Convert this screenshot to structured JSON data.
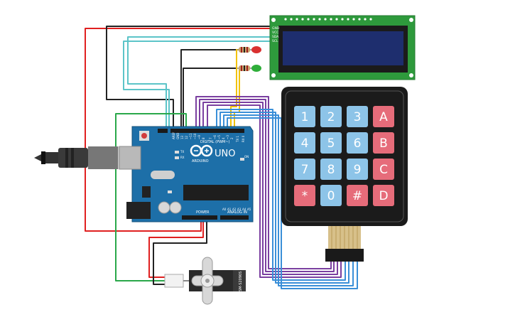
{
  "arduino": {
    "brand_label": "ARDUINO",
    "model_label": "UNO",
    "digital_label": "DIGITAL (PWM~)",
    "power_label": "POWER",
    "analog_label": "ANALOG IN",
    "on_label": "ON",
    "tx_label": "TX",
    "rx_label": "RX",
    "pin_aref": "AREF",
    "pin_gnd": "GND",
    "pin_13": "13",
    "pin_12": "12",
    "pin_11": "~11",
    "pin_10": "~10",
    "pin_9": "~9",
    "pin_8": "8",
    "pin_7": "7",
    "pin_6": "~6",
    "pin_5": "~5",
    "pin_4": "4",
    "pin_3": "~3",
    "pin_2": "2",
    "pin_1": "TX 1",
    "pin_0": "RX 0",
    "pin_a0": "A0",
    "pin_a1": "A1",
    "pin_a2": "A2",
    "pin_a3": "A3",
    "pin_a4": "A4",
    "pin_a5": "A5"
  },
  "lcd": {
    "pin_gnd": "GND",
    "pin_vcc": "VCC",
    "pin_sda": "SDA",
    "pin_scl": "SCL"
  },
  "keypad": {
    "keys": [
      {
        "label": "1",
        "kind": "digit"
      },
      {
        "label": "2",
        "kind": "digit"
      },
      {
        "label": "3",
        "kind": "digit"
      },
      {
        "label": "A",
        "kind": "letter"
      },
      {
        "label": "4",
        "kind": "digit"
      },
      {
        "label": "5",
        "kind": "digit"
      },
      {
        "label": "6",
        "kind": "digit"
      },
      {
        "label": "B",
        "kind": "letter"
      },
      {
        "label": "7",
        "kind": "digit"
      },
      {
        "label": "8",
        "kind": "digit"
      },
      {
        "label": "9",
        "kind": "digit"
      },
      {
        "label": "C",
        "kind": "letter"
      },
      {
        "label": "*",
        "kind": "letter"
      },
      {
        "label": "0",
        "kind": "digit"
      },
      {
        "label": "#",
        "kind": "letter"
      },
      {
        "label": "D",
        "kind": "letter"
      }
    ]
  },
  "servo": {
    "model_label": "SM-S2090S"
  },
  "leds": {
    "red_color": "#d93030",
    "green_color": "#2fae3a"
  },
  "colors": {
    "board": "#1d6fa8",
    "wire_red": "#e02020",
    "wire_black": "#222222",
    "wire_teal": "#5cc4c8",
    "wire_yellow": "#f2c200",
    "wire_purple": "#7a3fa0",
    "wire_blue": "#3a8fd8",
    "wire_green": "#2aa84a",
    "key_blue": "#8dc4e8",
    "key_red": "#e66c7a",
    "pcb_green": "#2e9a3c"
  }
}
